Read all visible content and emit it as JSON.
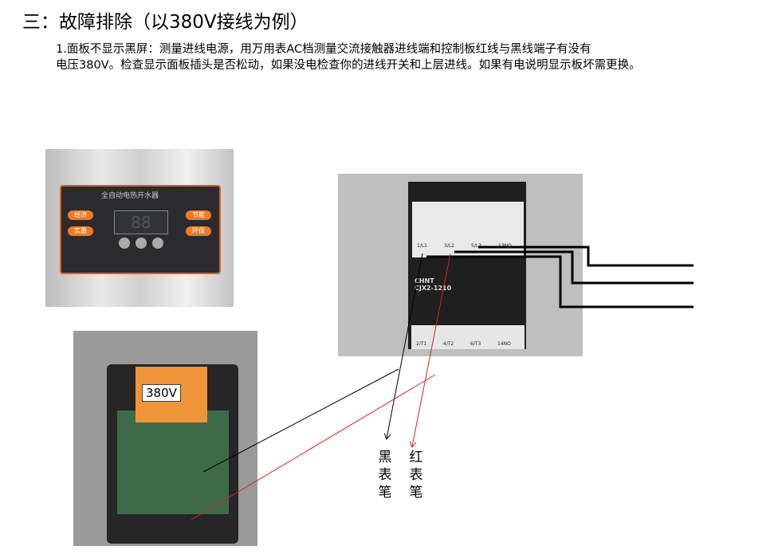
{
  "title": "三：故障排除（以380V接线为例）",
  "paragraph": {
    "line1": "1.面板不显示黑屏：测量进线电源，用万用表AC档测量交流接触器进线端和控制板红线与黑线端子有没有",
    "line2": "电压380V。检查显示面板插头是否松动，如果没电检查你的进线开关和上层进线。如果有电说明显示板坏需更换。"
  },
  "panel_photo": {
    "title": "全自动电热开水器",
    "buttons": [
      "经济",
      "实惠",
      "节能",
      "环保"
    ],
    "display": "88"
  },
  "board_photo": {
    "label": "380V"
  },
  "contactor_photo": {
    "brand": "CHNT",
    "model": "CJX2-1210",
    "terminals_top": [
      "1/L1",
      "3/L2",
      "5/L3",
      "13NO"
    ],
    "terminals_bottom": [
      "2/T1",
      "4/T2",
      "6/T3",
      "14NO"
    ]
  },
  "probe_labels": {
    "black": "黑表笔",
    "red": "红表笔"
  },
  "colors": {
    "black_probe": "#000000",
    "red_probe": "#e02020"
  }
}
